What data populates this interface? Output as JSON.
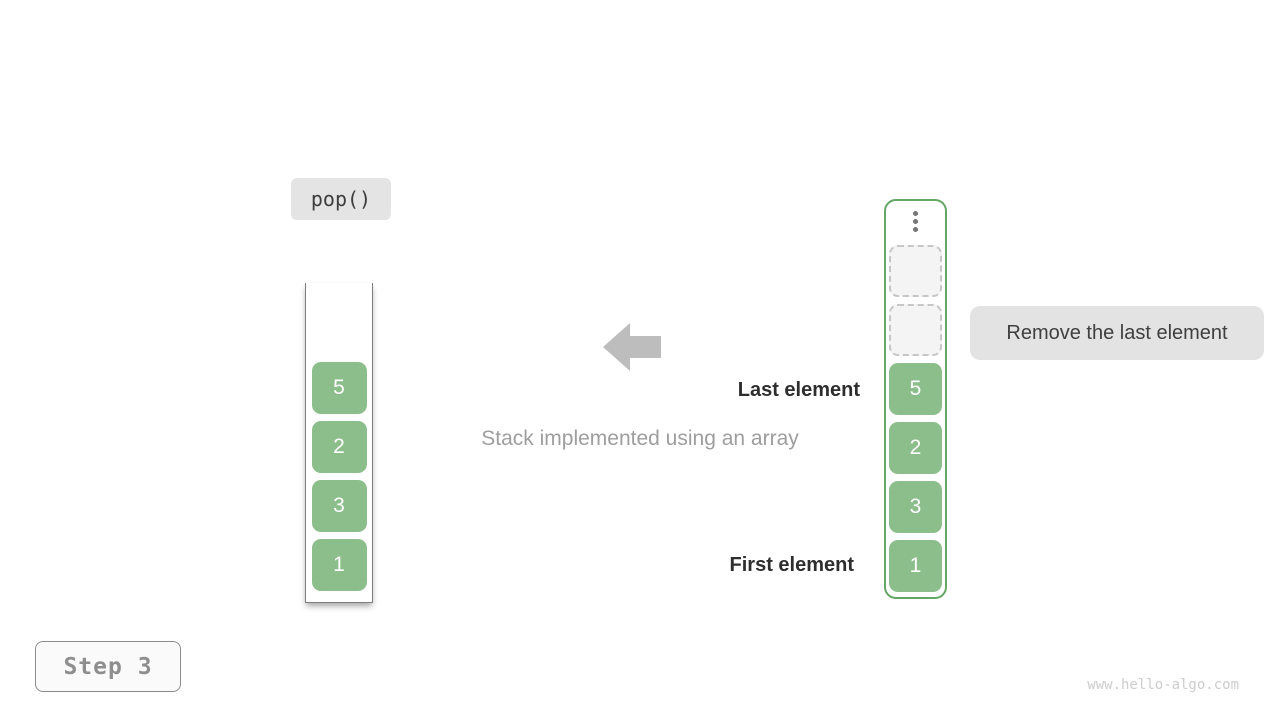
{
  "diagram": {
    "operation_label": "pop()",
    "caption": "Stack implemented using an array",
    "last_element_label": "Last element",
    "first_element_label": "First element",
    "annotation_label": "Remove the last element",
    "step_label": "Step 3",
    "watermark": "www.hello-algo.com"
  },
  "stack": {
    "items": [
      "5",
      "2",
      "3",
      "1"
    ]
  },
  "array": {
    "ellipsis_icon": "vertical-ellipsis-icon",
    "empty_slot_count": 2,
    "items": [
      "5",
      "2",
      "3",
      "1"
    ]
  },
  "icons": {
    "arrow_left": "arrow-left-icon"
  },
  "colors": {
    "element_green": "#8cbe8c",
    "array_border_green": "#64a664",
    "label_background": "#e3e3e3",
    "arrow_gray": "#bdbdbd",
    "caption_gray": "#9e9e9e",
    "watermark_gray": "#cccccc"
  }
}
